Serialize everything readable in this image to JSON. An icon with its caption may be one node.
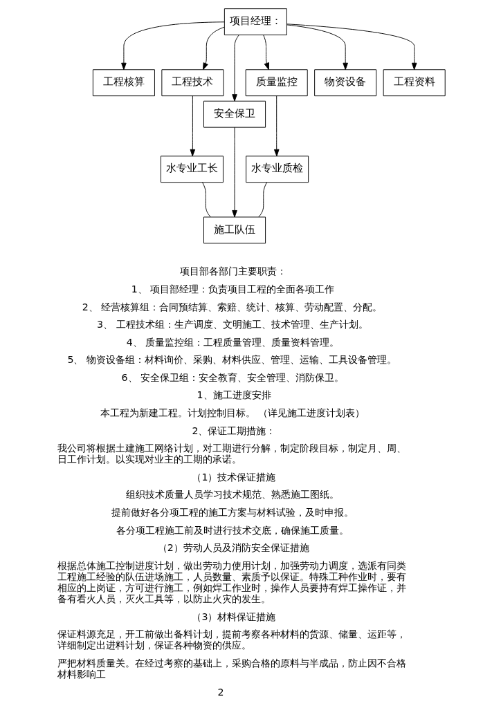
{
  "diagram": {
    "nodes": [
      {
        "text": [
          "项目经理："
        ]
      },
      {
        "text": [
          "工程核算"
        ]
      },
      {
        "text": [
          "工程技术"
        ]
      },
      {
        "text": [
          "安全保卫"
        ]
      },
      {
        "text": [
          "质量监控"
        ]
      },
      {
        "text": [
          "物资设备"
        ]
      },
      {
        "text": [
          "工程资料"
        ]
      },
      {
        "text": [
          "水专业工长"
        ]
      },
      {
        "text": [
          "水专业质检"
        ]
      },
      {
        "text": [
          "施工队伍"
        ]
      }
    ],
    "edges": [
      {
        "from": 0,
        "to": 1,
        "arrow": "to"
      },
      {
        "from": 0,
        "to": 2,
        "arrow": "to"
      },
      {
        "from": 0,
        "to": 3,
        "arrow": "to"
      },
      {
        "from": 0,
        "to": 4,
        "arrow": "to"
      },
      {
        "from": 0,
        "to": 5,
        "arrow": "to"
      },
      {
        "from": 0,
        "to": 6,
        "arrow": "to"
      },
      {
        "from": 2,
        "to": 7,
        "arrow": "to"
      },
      {
        "from": 4,
        "to": 8,
        "arrow": "to"
      },
      {
        "from": 3,
        "to": 9,
        "arrow": "to"
      },
      {
        "from": 7,
        "to": 9,
        "arrow": "none"
      },
      {
        "from": 8,
        "to": 9,
        "arrow": "none"
      }
    ],
    "labels": [
      "项目部各部门主要职责：",
      "1、 项目部经理：负责项目工程的全面各项工作",
      "2、 经营核算组：合同预结算、索赔、统计、核算、劳动配置、分配。",
      "3、 工程技术组：生产调度、文明施工、技术管理、生产计划。",
      "4、 质量监控组：工程质量管理、质量资料管理。",
      "5、 物资设备组：材料询价、采购、材料供应、管理、运输、工具设备管理。",
      "6、 安全保卫组：安全教育、安全管理、消防保卫。",
      "1、施工进度安排",
      "本工程为新建工程。计划控制目标。 （详见施工进度计划表）",
      "2、保证工期措施：",
      "我公司将根据土建施工网络计划，对工期进行分解，制定阶段目标，制定月、周、日工作计划。以实现对业主的工期的承诺。",
      "（1）技术保证措施",
      "组织技术质量人员学习技术规范、熟悉施工图纸。",
      "提前做好各分项工程的施工方案与材料试验，及时申报。",
      "各分项工程施工前及时进行技术交底，确保施工质量。",
      "（2）劳动人员及消防安全保证措施",
      "根据总体施工控制进度计划，做出劳动力使用计划，加强劳动力调度，选派有同类工程施工经验的队伍进场施工，人员数量、素质予以保证。特殊工种作业时，要有相应的上岗证，方可进行施工，例如焊工作业时，操作人员要持有焊工操作证，并备有看火人员，灭火工具等，以防止火灾的发生。",
      "（3）材料保证措施",
      "保证料源充足，开工前做出备料计划，提前考察各种材料的货源、储量、运距等，详细制定出进料计划，保证各种物资的供应。",
      "严把材料质量关。在经过考察的基础上，采购合格的原料与半成品，防止因不合格材料影响工",
      "2"
    ]
  }
}
